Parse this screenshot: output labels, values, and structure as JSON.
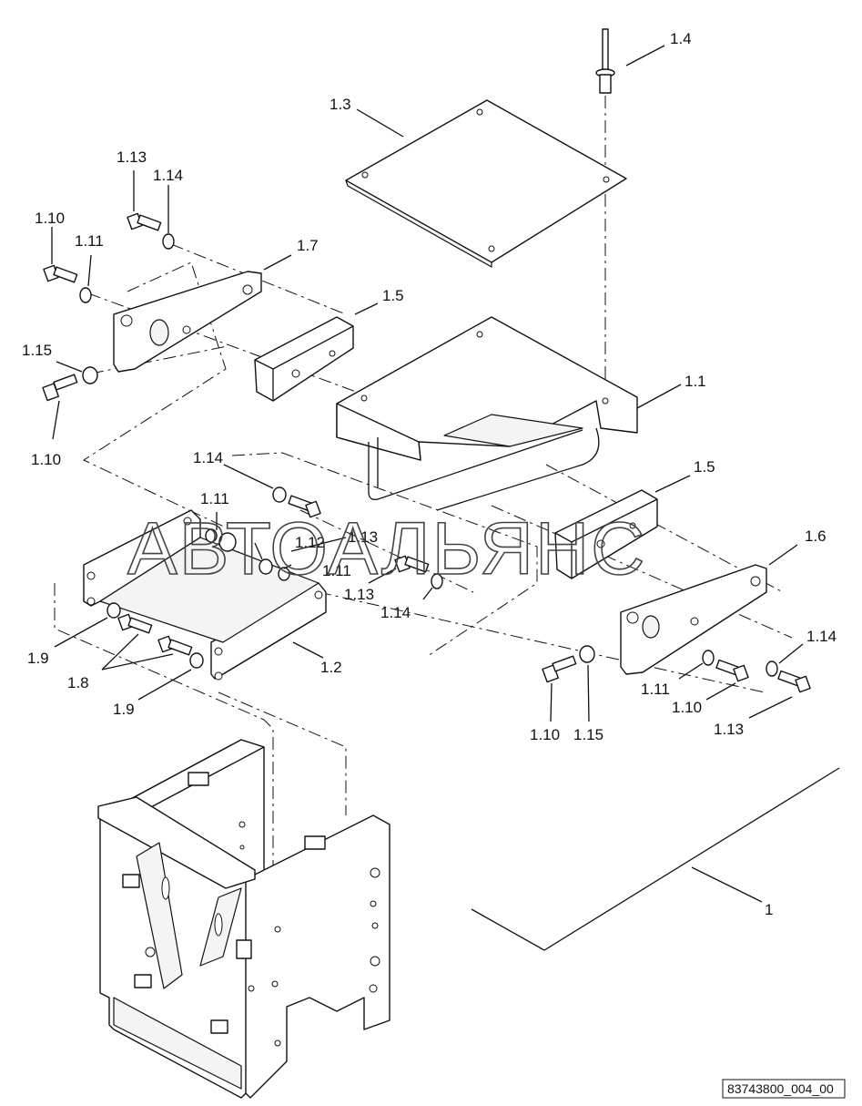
{
  "callouts": [
    "1",
    "1.1",
    "1.2",
    "1.3",
    "1.4",
    "1.5",
    "1.5",
    "1.6",
    "1.7",
    "1.8",
    "1.9",
    "1.9",
    "1.10",
    "1.10",
    "1.10",
    "1.10",
    "1.11",
    "1.11",
    "1.11",
    "1.11",
    "1.12",
    "1.13",
    "1.13",
    "1.13",
    "1.13",
    "1.14",
    "1.14",
    "1.14",
    "1.14",
    "1.15",
    "1.15"
  ],
  "labels": {
    "l_1_4": "1.4",
    "l_1_3": "1.3",
    "l_1_13_a": "1.13",
    "l_1_14_a": "1.14",
    "l_1_10_a": "1.10",
    "l_1_11_a": "1.11",
    "l_1_7": "1.7",
    "l_1_5_a": "1.5",
    "l_1_15_a": "1.15",
    "l_1_10_b": "1.10",
    "l_1_1": "1.1",
    "l_1_14_b": "1.14",
    "l_1_11_b": "1.11",
    "l_1_12": "1.12",
    "l_1_13_b": "1.13",
    "l_1_11_c": "1.11",
    "l_1_13_c": "1.13",
    "l_1_14_c": "1.14",
    "l_1_5_b": "1.5",
    "l_1_6": "1.6",
    "l_1_14_d": "1.14",
    "l_1_9_a": "1.9",
    "l_1_8": "1.8",
    "l_1_2": "1.2",
    "l_1_9_b": "1.9",
    "l_1_11_d": "1.11",
    "l_1_10_c": "1.10",
    "l_1_13_d": "1.13",
    "l_1_10_d": "1.10",
    "l_1_15_b": "1.15",
    "l_1": "1"
  },
  "watermark": "АВТОАЛЬЯНС",
  "drawing_ref": "83743800_004_00"
}
